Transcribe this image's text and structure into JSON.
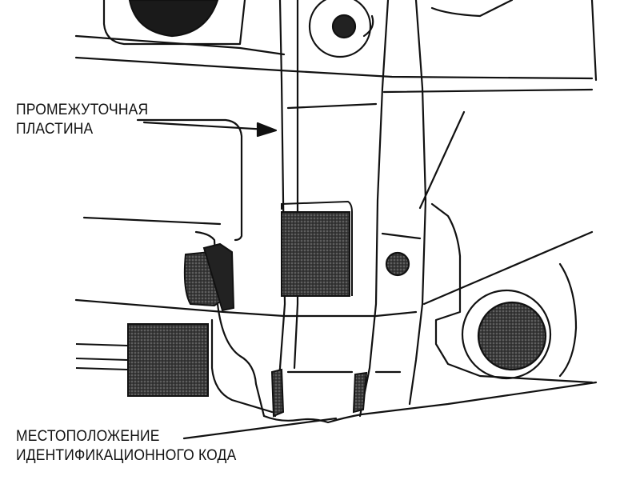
{
  "diagram": {
    "labels": {
      "intermediate_plate": {
        "line1": "ПРОМЕЖУТОЧНАЯ",
        "line2": "ПЛАСТИНА"
      },
      "id_code_location": {
        "line1": "МЕСТОПОЛОЖЕНИЕ",
        "line2": "ИДЕНТИФИКАЦИОННОГО КОДА"
      }
    },
    "colors": {
      "ink": "#111111",
      "paper": "#ffffff",
      "hatch": "#2b2b2b"
    }
  }
}
